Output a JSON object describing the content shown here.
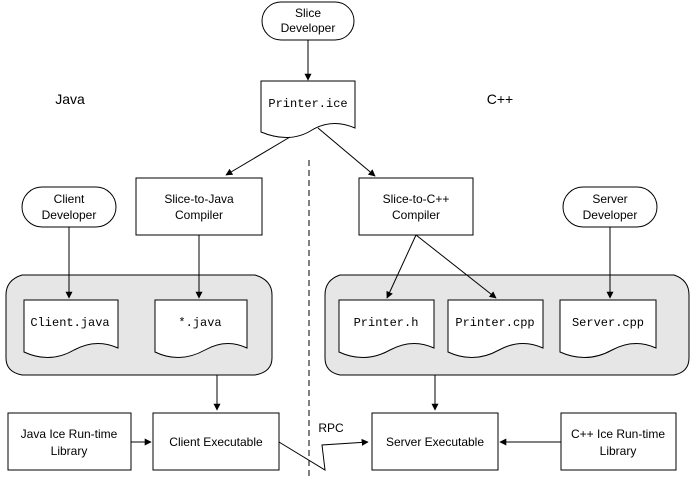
{
  "languages": {
    "left": "Java",
    "right": "C++"
  },
  "slice_developer": {
    "line1": "Slice",
    "line2": "Developer"
  },
  "slice_file": "Printer.ice",
  "java_compiler": {
    "line1": "Slice-to-Java",
    "line2": "Compiler"
  },
  "cpp_compiler": {
    "line1": "Slice-to-C++",
    "line2": "Compiler"
  },
  "client_developer": {
    "line1": "Client",
    "line2": "Developer"
  },
  "server_developer": {
    "line1": "Server",
    "line2": "Developer"
  },
  "java_files": [
    "Client.java",
    "*.java"
  ],
  "cpp_files": [
    "Printer.h",
    "Printer.cpp",
    "Server.cpp"
  ],
  "java_runtime": {
    "line1": "Java Ice Run-time",
    "line2": "Library"
  },
  "cpp_runtime": {
    "line1": "C++ Ice Run-time",
    "line2": "Library"
  },
  "client_executable": "Client Executable",
  "server_executable": "Server Executable",
  "rpc_label": "RPC"
}
